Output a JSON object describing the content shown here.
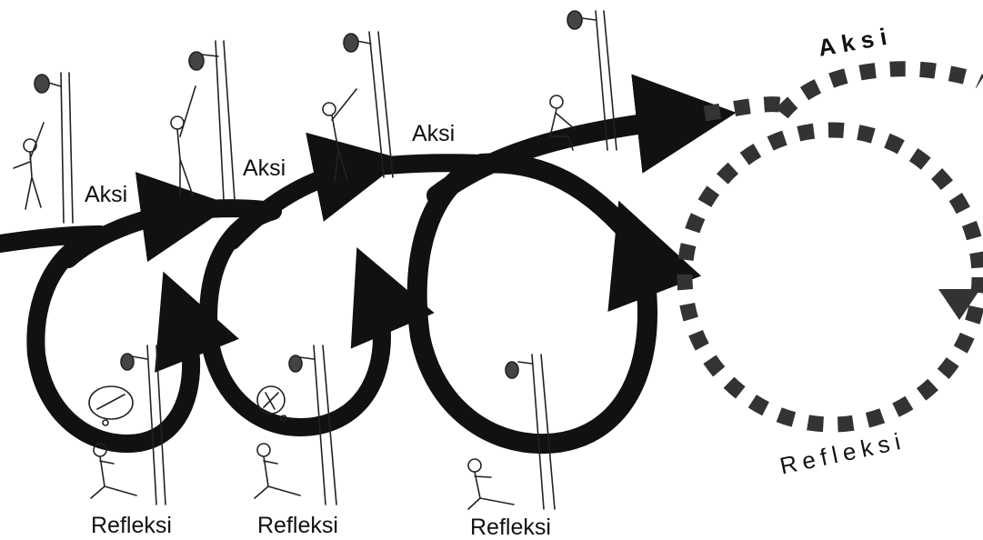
{
  "labels": {
    "aksi_1": "Aksi",
    "aksi_2": "Aksi",
    "aksi_3": "Aksi",
    "aksi_4": "Aksi",
    "refleksi_1": "Refleksi",
    "refleksi_2": "Refleksi",
    "refleksi_3": "Refleksi",
    "refleksi_4": "Refleksi"
  },
  "colors": {
    "arrow": "#111111",
    "sketch": "#222222",
    "background": "#ffffff"
  },
  "icons": [
    "tree-icon",
    "fruit-icon",
    "person-icon",
    "thought-bubble-icon"
  ]
}
